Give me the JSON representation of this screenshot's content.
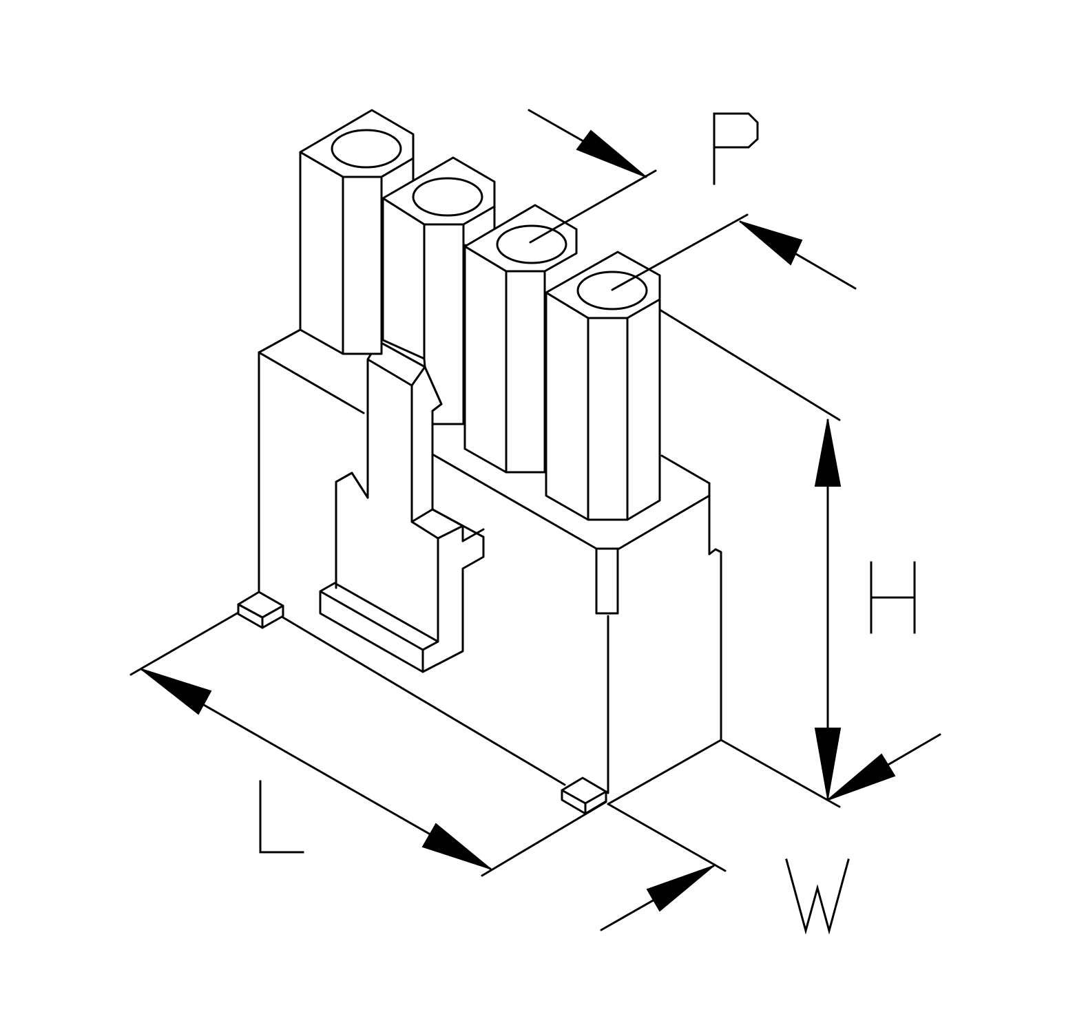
{
  "dimensions": {
    "pitch_label": "P",
    "height_label": "H",
    "length_label": "L",
    "width_label": "W"
  },
  "connector": {
    "pin_count": 4
  }
}
